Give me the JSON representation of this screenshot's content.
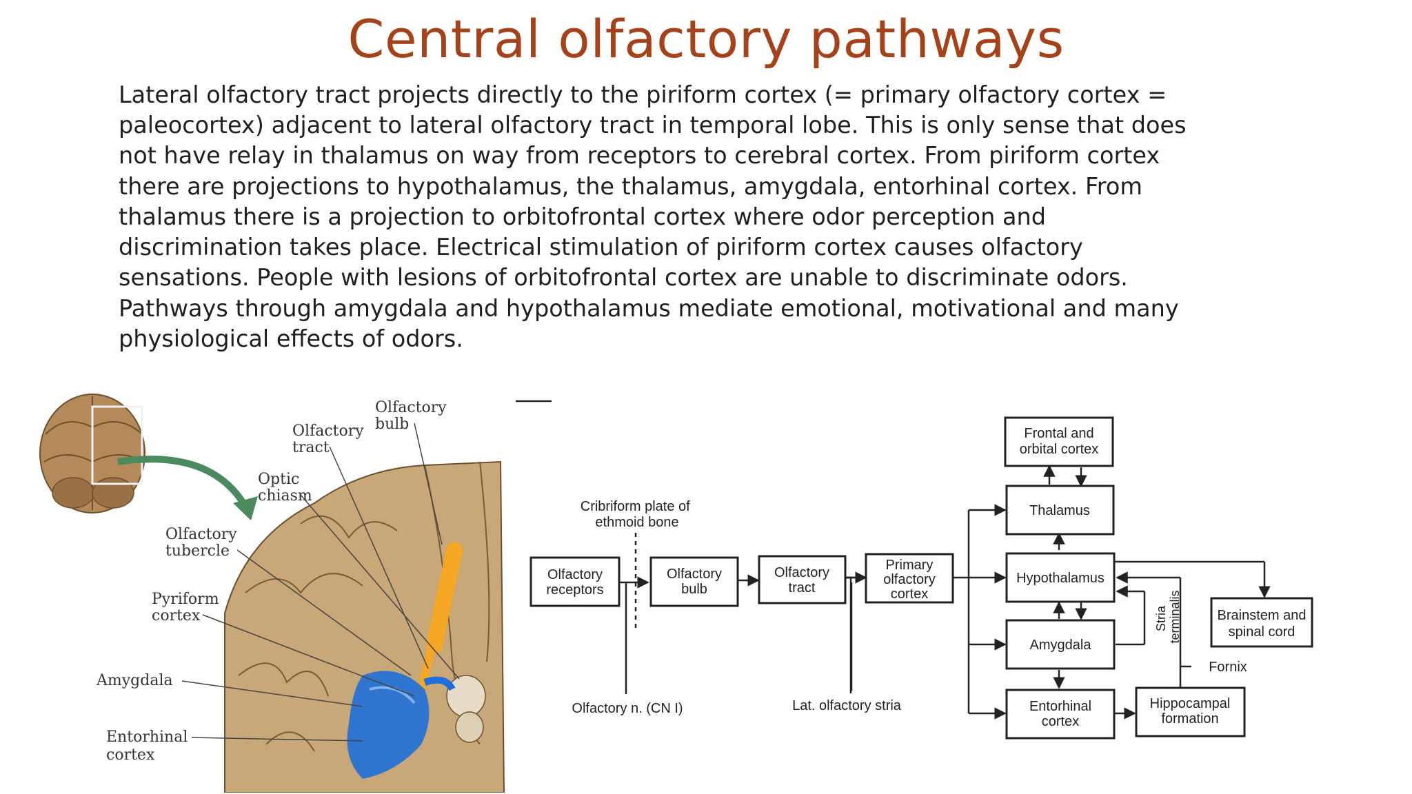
{
  "slide": {
    "title": "Central olfactory pathways",
    "paragraph_lines": [
      "Lateral olfactory tract projects directly to the piriform cortex (= primary olfactory cortex =",
      "paleocortex) adjacent to lateral olfactory tract in temporal lobe. This is only sense that does",
      "not have relay in thalamus on way from receptors to cerebral cortex.  From piriform cortex",
      "there are projections to hypothalamus, the thalamus, amygdala, entorhinal cortex. From",
      "thalamus there is a projection to orbitofrontal cortex where odor perception and",
      "discrimination takes place. Electrical stimulation of piriform cortex causes olfactory",
      "sensations. People with lesions of orbitofrontal cortex are unable to discriminate odors.",
      "Pathways through amygdala and hypothalamus mediate emotional, motivational and many",
      "physiological effects of odors."
    ]
  },
  "illustration": {
    "labels": {
      "olfactory_bulb": [
        "Olfactory",
        "bulb"
      ],
      "olfactory_tract": [
        "Olfactory",
        "tract"
      ],
      "optic_chiasm": [
        "Optic",
        "chiasm"
      ],
      "olfactory_tubercle": [
        "Olfactory",
        "tubercle"
      ],
      "pyriform_cortex": [
        "Pyriform",
        "cortex"
      ],
      "amygdala": [
        "Amygdala"
      ],
      "entorhinal_cortex": [
        "Entorhinal",
        "cortex"
      ]
    },
    "colors": {
      "bulb": "#f5a623",
      "amygdala_region": "#1e6fd9",
      "brain": "#c8a878",
      "arrow": "#4a8a5e"
    }
  },
  "flowchart": {
    "boxes": {
      "olfactory_receptors": [
        "Olfactory",
        "receptors"
      ],
      "olfactory_bulb": [
        "Olfactory",
        "bulb"
      ],
      "olfactory_tract": [
        "Olfactory",
        "tract"
      ],
      "primary_olfactory_cortex": [
        "Primary",
        "olfactory",
        "cortex"
      ],
      "frontal_orbital_cortex": [
        "Frontal and",
        "orbital cortex"
      ],
      "thalamus": [
        "Thalamus"
      ],
      "hypothalamus": [
        "Hypothalamus"
      ],
      "amygdala": [
        "Amygdala"
      ],
      "entorhinal_cortex": [
        "Entorhinal",
        "cortex"
      ],
      "hippocampal_formation": [
        "Hippocampal",
        "formation"
      ],
      "brainstem_spinal_cord": [
        "Brainstem and",
        "spinal cord"
      ]
    },
    "labels": {
      "cribriform_plate": [
        "Cribriform plate of",
        "ethmoid bone"
      ],
      "olfactory_nerve": "Olfactory n. (CN I)",
      "lat_olfactory_stria": "Lat. olfactory stria",
      "stria_terminalis": [
        "Stria",
        "terminalis"
      ],
      "fornix": "Fornix"
    }
  }
}
